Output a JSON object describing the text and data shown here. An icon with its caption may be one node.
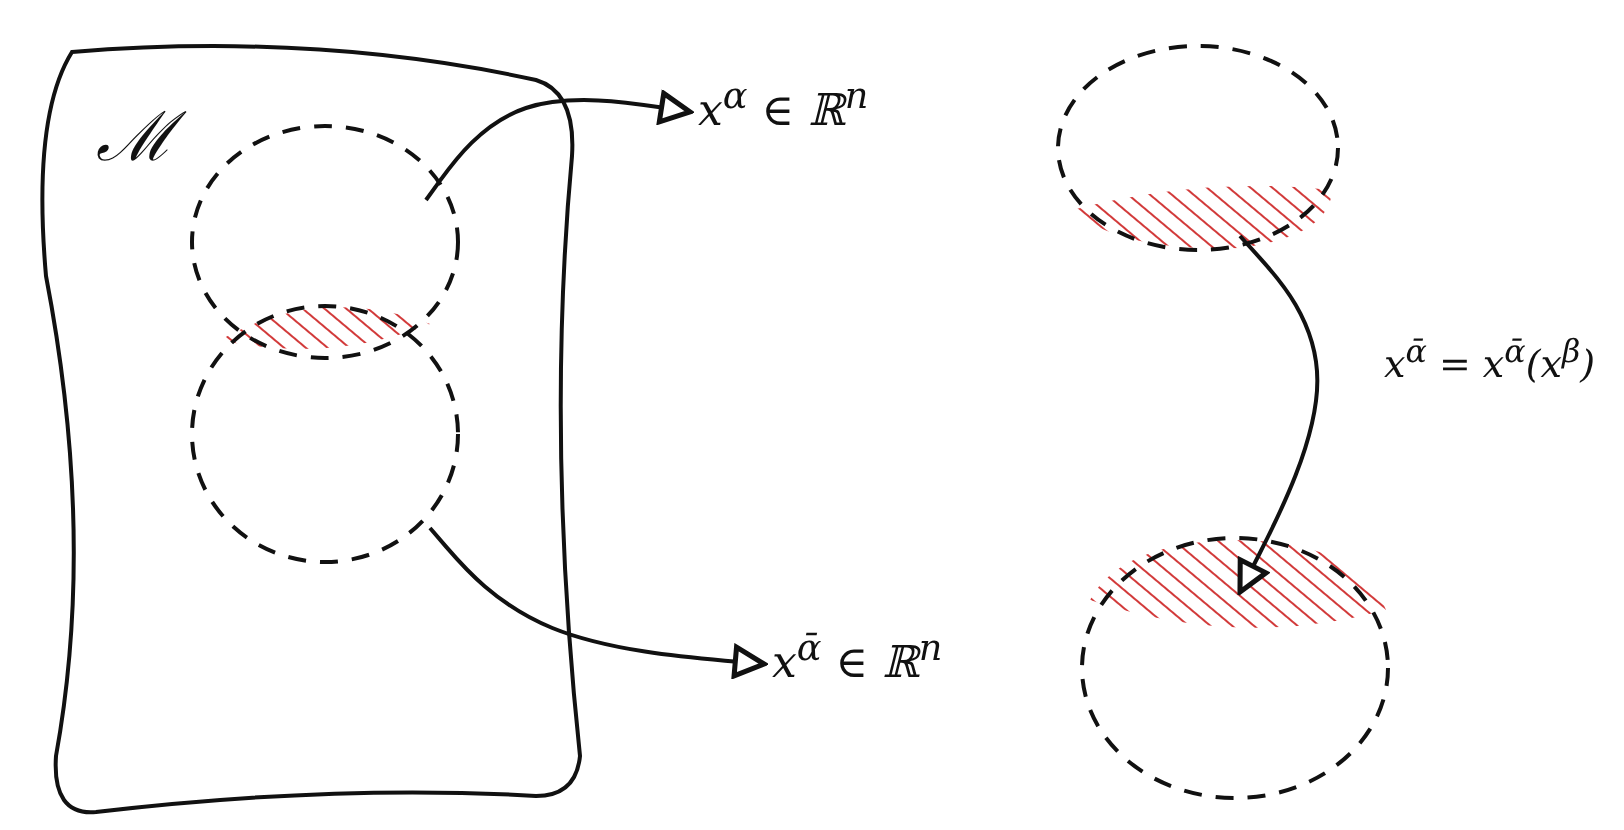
{
  "diagram": {
    "nodes": [
      {
        "text": [
          "ℳ"
        ]
      },
      {
        "text": [],
        "shape": "circle",
        "in": 0
      },
      {
        "text": [],
        "shape": "circle",
        "in": 0
      },
      {
        "text": [
          "x$^{α}$ ∈ ℝ$^{n}$"
        ]
      },
      {
        "text": [
          "x$^{ᾱ}$ ∈ ℝ$^{n}$"
        ]
      },
      {
        "text": [],
        "shape": "circle"
      },
      {
        "text": [],
        "shape": "circle"
      }
    ],
    "edges": [
      {
        "from": 1,
        "to": 3,
        "arrow": "to"
      },
      {
        "from": 2,
        "to": 4,
        "arrow": "to"
      },
      {
        "from": 5,
        "to": 6,
        "arrow": "to",
        "label": "x$^{ᾱ}$ = x$^{ᾱ}$(x$^{β}$)"
      }
    ]
  }
}
